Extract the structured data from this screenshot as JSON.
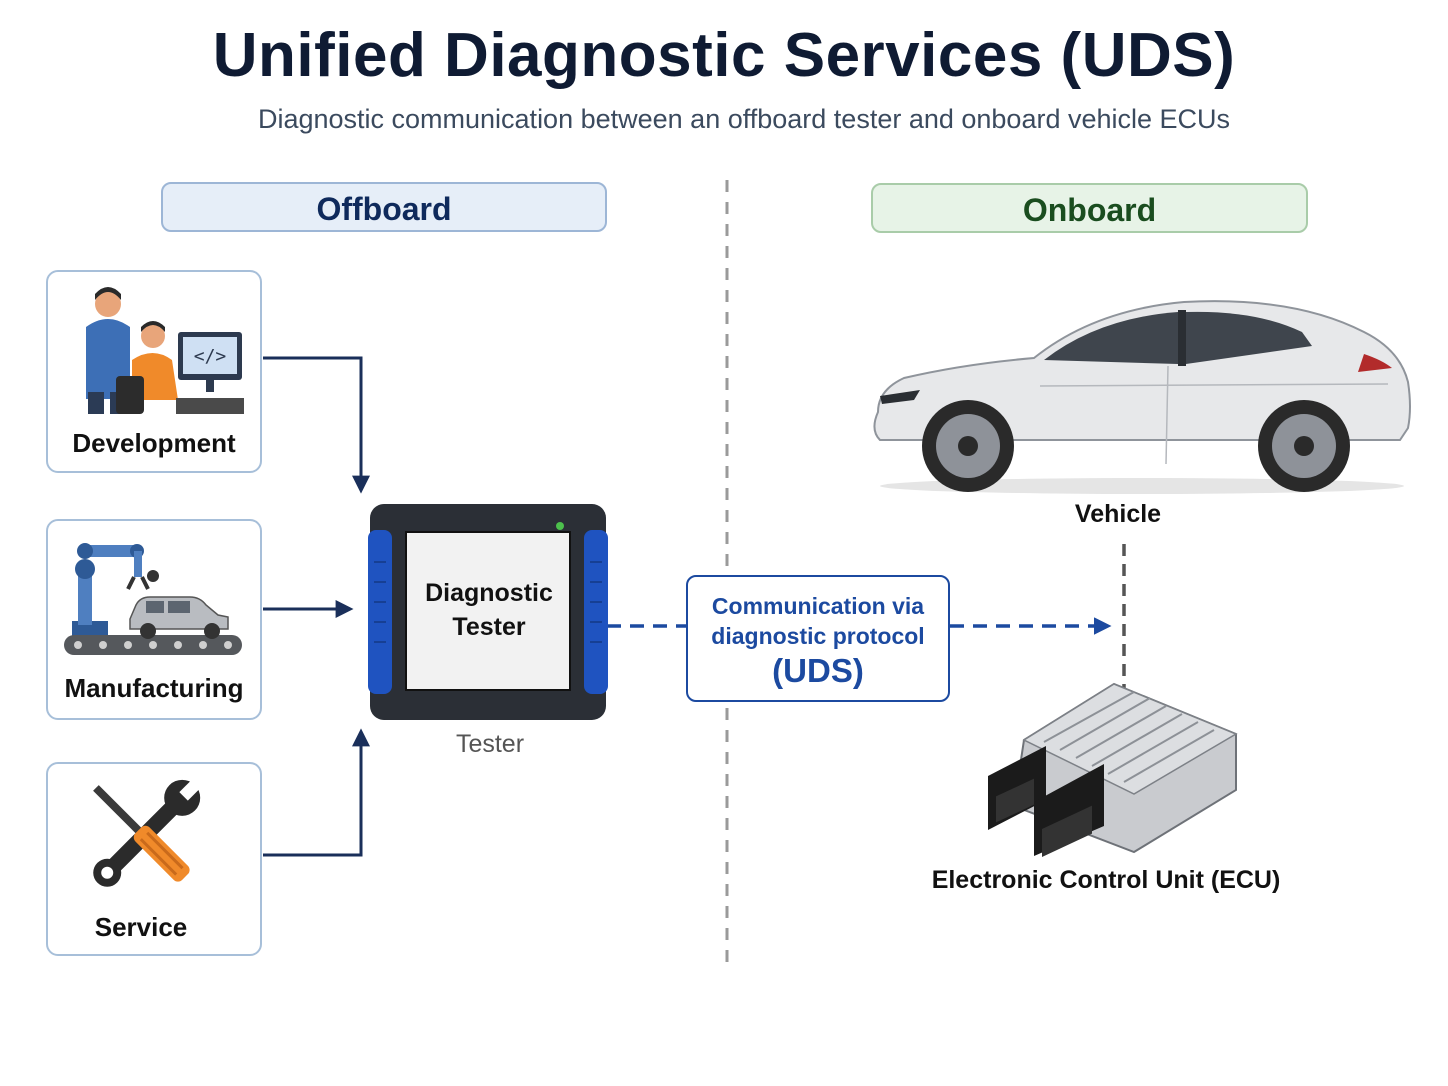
{
  "header": {
    "title": "Unified Diagnostic Services (UDS)",
    "subtitle": "Diagnostic communication between an offboard tester and onboard vehicle ECUs"
  },
  "zones": {
    "offboard": "Offboard",
    "onboard": "Onboard"
  },
  "use_cases": [
    {
      "label": "Development",
      "icon": "developers-at-computer-icon"
    },
    {
      "label": "Manufacturing",
      "icon": "robot-arm-assembly-line-icon"
    },
    {
      "label": "Service",
      "icon": "wrench-screwdriver-icon"
    }
  ],
  "tester": {
    "screen_label_line1": "Diagnostic",
    "screen_label_line2": "Tester",
    "caption": "Tester",
    "icon": "diagnostic-tester-device-icon"
  },
  "protocol": {
    "line1": "Communication via",
    "line2": "diagnostic protocol",
    "line3": "(UDS)"
  },
  "vehicle": {
    "caption": "Vehicle",
    "icon": "car-icon"
  },
  "ecu": {
    "caption": "Electronic Control Unit (ECU)",
    "icon": "ecu-module-icon"
  },
  "colors": {
    "title": "#0f1b33",
    "accent_blue": "#1c4aa0",
    "arrow_navy": "#1a2f5a",
    "offboard_fill": "#e6eef8",
    "onboard_fill": "#e7f3e7"
  }
}
